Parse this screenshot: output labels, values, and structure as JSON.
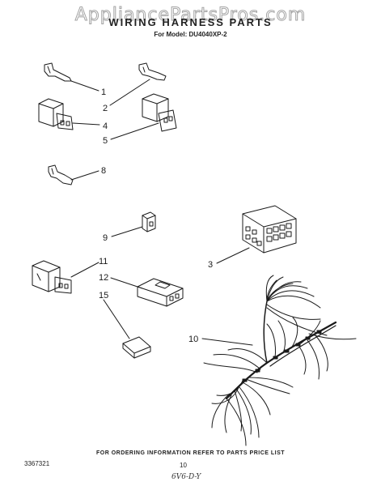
{
  "watermark": "AppliancePartsPros.com",
  "title": "WIRING HARNESS PARTS",
  "model": "For Model: DU4040XP-2",
  "footer": "FOR ORDERING INFORMATION REFER TO PARTS PRICE LIST",
  "part_number": "3367321",
  "page_number": "10",
  "handwritten_note": "6V6-D-Y",
  "callouts": {
    "c1": "1",
    "c2": "2",
    "c3": "3",
    "c4": "4",
    "c5": "5",
    "c8": "8",
    "c9": "9",
    "c10": "10",
    "c11": "11",
    "c12": "12",
    "c15": "15"
  }
}
